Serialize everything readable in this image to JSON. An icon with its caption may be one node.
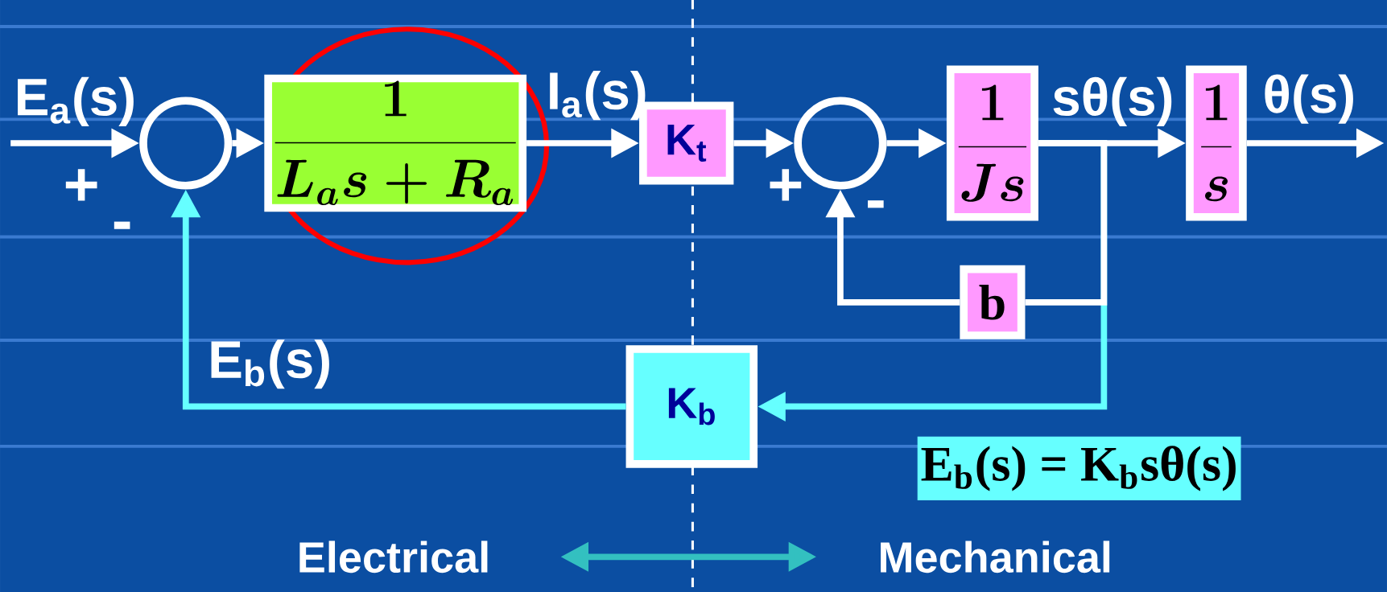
{
  "diagram": {
    "nodes": [
      {
        "text": [],
        "shape": "circle"
      },
      {
        "text": [
          "\\frac{1}{L_{a}s+R_{a}}"
        ]
      },
      {
        "text": [
          "K$_{t}$"
        ]
      },
      {
        "text": [],
        "shape": "circle"
      },
      {
        "text": [
          "\\frac{1}{Js}"
        ]
      },
      {
        "text": [
          "\\frac{1}{s}"
        ]
      },
      {
        "text": [
          "b"
        ]
      },
      {
        "text": [
          "K$_{b}$"
        ]
      },
      {
        "text": [
          "E$_{b}$(s) = K$_{b}$sθ(s)"
        ]
      },
      {
        "text": [
          "Electrical"
        ]
      },
      {
        "text": [
          "Mechanical"
        ]
      }
    ],
    "edges": [
      {
        "from": null,
        "to": 0,
        "arrow": "to",
        "label": "E$_{a}$(s)"
      },
      {
        "from": 0,
        "to": 1,
        "arrow": "to"
      },
      {
        "from": 1,
        "to": 2,
        "arrow": "to",
        "label": "I$_{a}$(s)"
      },
      {
        "from": 2,
        "to": 3,
        "arrow": "to"
      },
      {
        "from": 3,
        "to": 4,
        "arrow": "to"
      },
      {
        "from": 4,
        "to": 5,
        "arrow": "to",
        "label": "sθ(s)"
      },
      {
        "from": 5,
        "to": null,
        "arrow": "to",
        "label": "θ(s)"
      },
      {
        "from": 4,
        "to": 6,
        "arrow": "none"
      },
      {
        "from": 6,
        "to": 3,
        "arrow": "to"
      },
      {
        "from": 4,
        "to": 7,
        "arrow": "to",
        "color": "#66ffff"
      },
      {
        "from": 7,
        "to": 0,
        "arrow": "to",
        "label": "E$_{b}$(s)",
        "color": "#66ffff"
      },
      {
        "from": 9,
        "to": 10,
        "arrow": "both",
        "color": "#33c0c0"
      }
    ],
    "labels": [
      "+",
      "-",
      "+",
      "-"
    ]
  }
}
